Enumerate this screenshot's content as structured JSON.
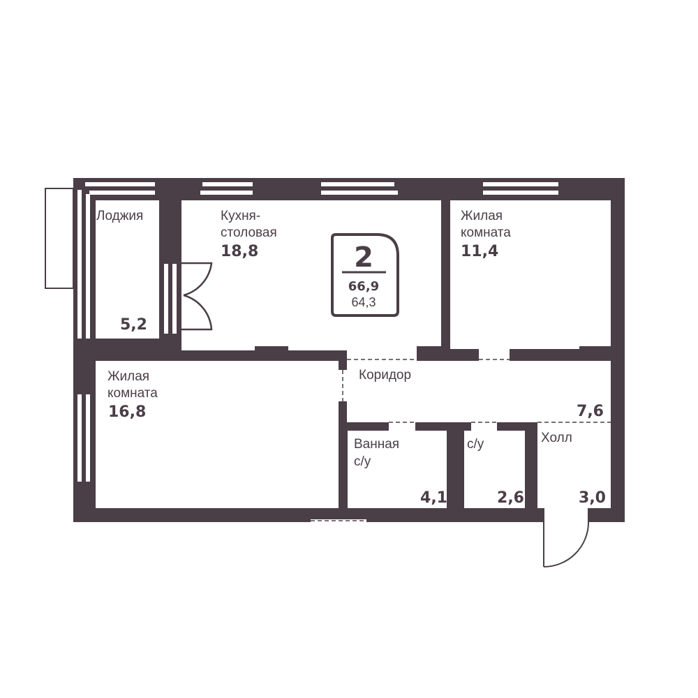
{
  "colors": {
    "wall": "#4a3e47",
    "background": "#ffffff"
  },
  "badge": {
    "rooms": "2",
    "total_area": "66,9",
    "living_area": "64,3"
  },
  "rooms": {
    "loggia": {
      "name": "Лоджия",
      "area": "5,2"
    },
    "kitchen": {
      "name_line1": "Кухня-",
      "name_line2": "столовая",
      "area": "18,8"
    },
    "bedroom_small": {
      "name_line1": "Жилая",
      "name_line2": "комната",
      "area": "11,4"
    },
    "bedroom_large": {
      "name_line1": "Жилая",
      "name_line2": "комната",
      "area": "16,8"
    },
    "corridor": {
      "name": "Коридор",
      "area": "7,6"
    },
    "bathroom": {
      "name_line1": "Ванная",
      "name_line2": "с/у",
      "area": "4,1"
    },
    "wc": {
      "name": "с/у",
      "area": "2,6"
    },
    "hall": {
      "name": "Холл",
      "area": "3,0"
    }
  }
}
